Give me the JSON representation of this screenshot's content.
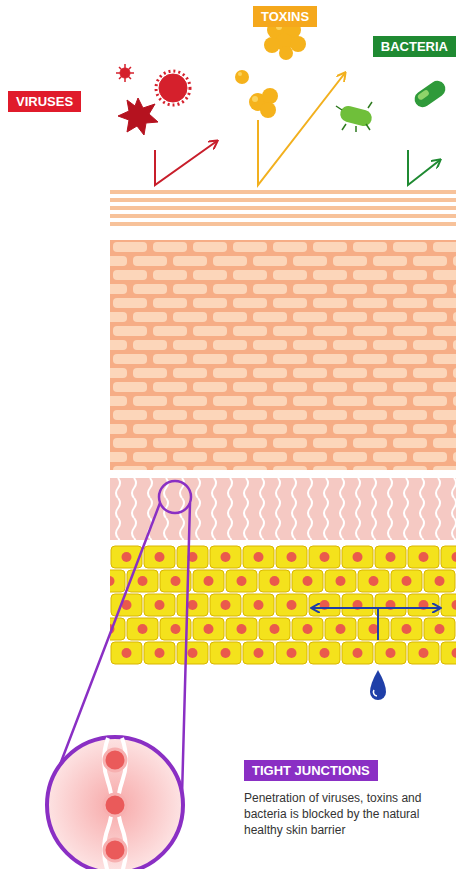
{
  "diagram": {
    "nodes": [
      {
        "text": [
          "TOXINS"
        ]
      },
      {
        "text": [
          "BACTERIA"
        ]
      },
      {
        "text": [
          "VIRUSES"
        ]
      },
      {
        "text": [
          "TIGHT JUNCTIONS",
          "Penetration of viruses, toxins and bacteria is blocked by the natural healthy skin barrier"
        ]
      }
    ]
  }
}
